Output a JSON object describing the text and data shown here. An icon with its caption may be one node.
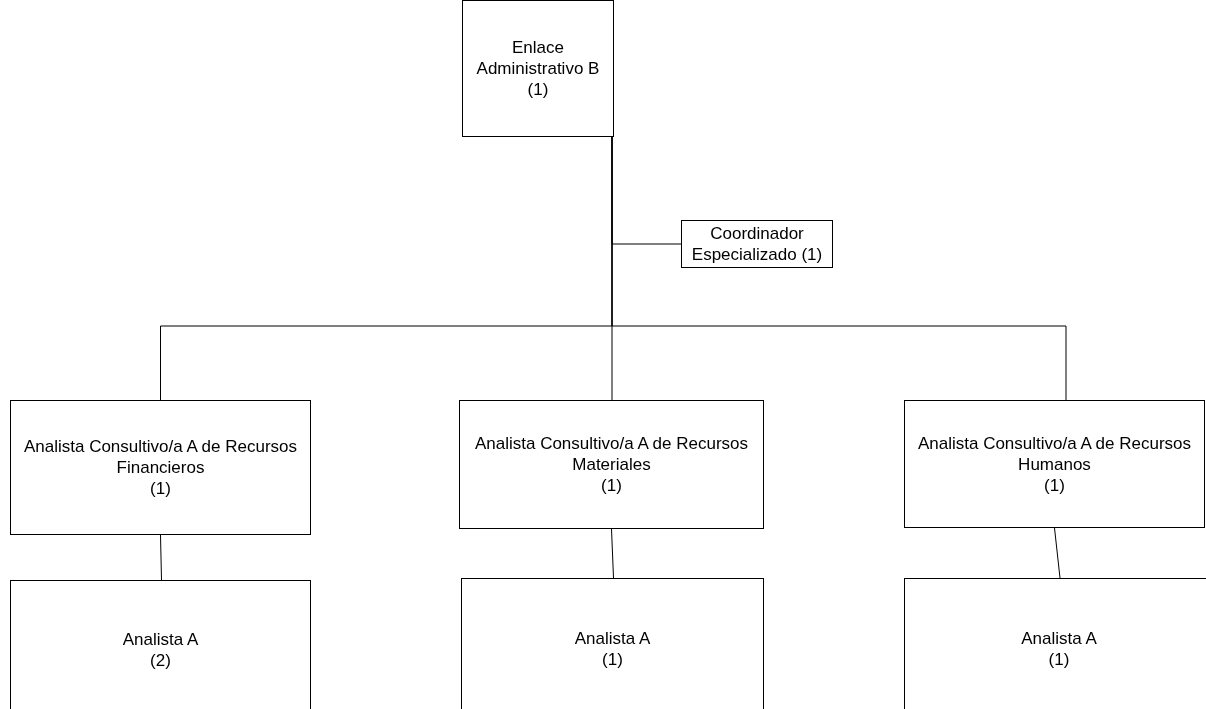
{
  "diagram": {
    "nodes": [
      {
        "text": [
          "Enlace Administrativo B",
          "(1)"
        ]
      },
      {
        "text": [
          "Coordinador Especializado (1)"
        ]
      },
      {
        "text": [
          "Analista Consultivo/a A de Recursos Financieros",
          "(1)"
        ]
      },
      {
        "text": [
          "Analista Consultivo/a A de Recursos Materiales",
          "(1)"
        ]
      },
      {
        "text": [
          "Analista Consultivo/a A de Recursos Humanos",
          "(1)"
        ]
      },
      {
        "text": [
          "Analista A",
          "(2)"
        ]
      },
      {
        "text": [
          "Analista A",
          "(1)"
        ]
      },
      {
        "text": [
          "Analista A",
          "(1)"
        ]
      }
    ],
    "edges": [
      {
        "from": 0,
        "to": 1,
        "arrow": "none"
      },
      {
        "from": 0,
        "to": 2,
        "arrow": "none"
      },
      {
        "from": 0,
        "to": 3,
        "arrow": "none"
      },
      {
        "from": 0,
        "to": 4,
        "arrow": "none"
      },
      {
        "from": 2,
        "to": 5,
        "arrow": "none"
      },
      {
        "from": 3,
        "to": 6,
        "arrow": "none"
      },
      {
        "from": 4,
        "to": 7,
        "arrow": "none"
      }
    ]
  }
}
